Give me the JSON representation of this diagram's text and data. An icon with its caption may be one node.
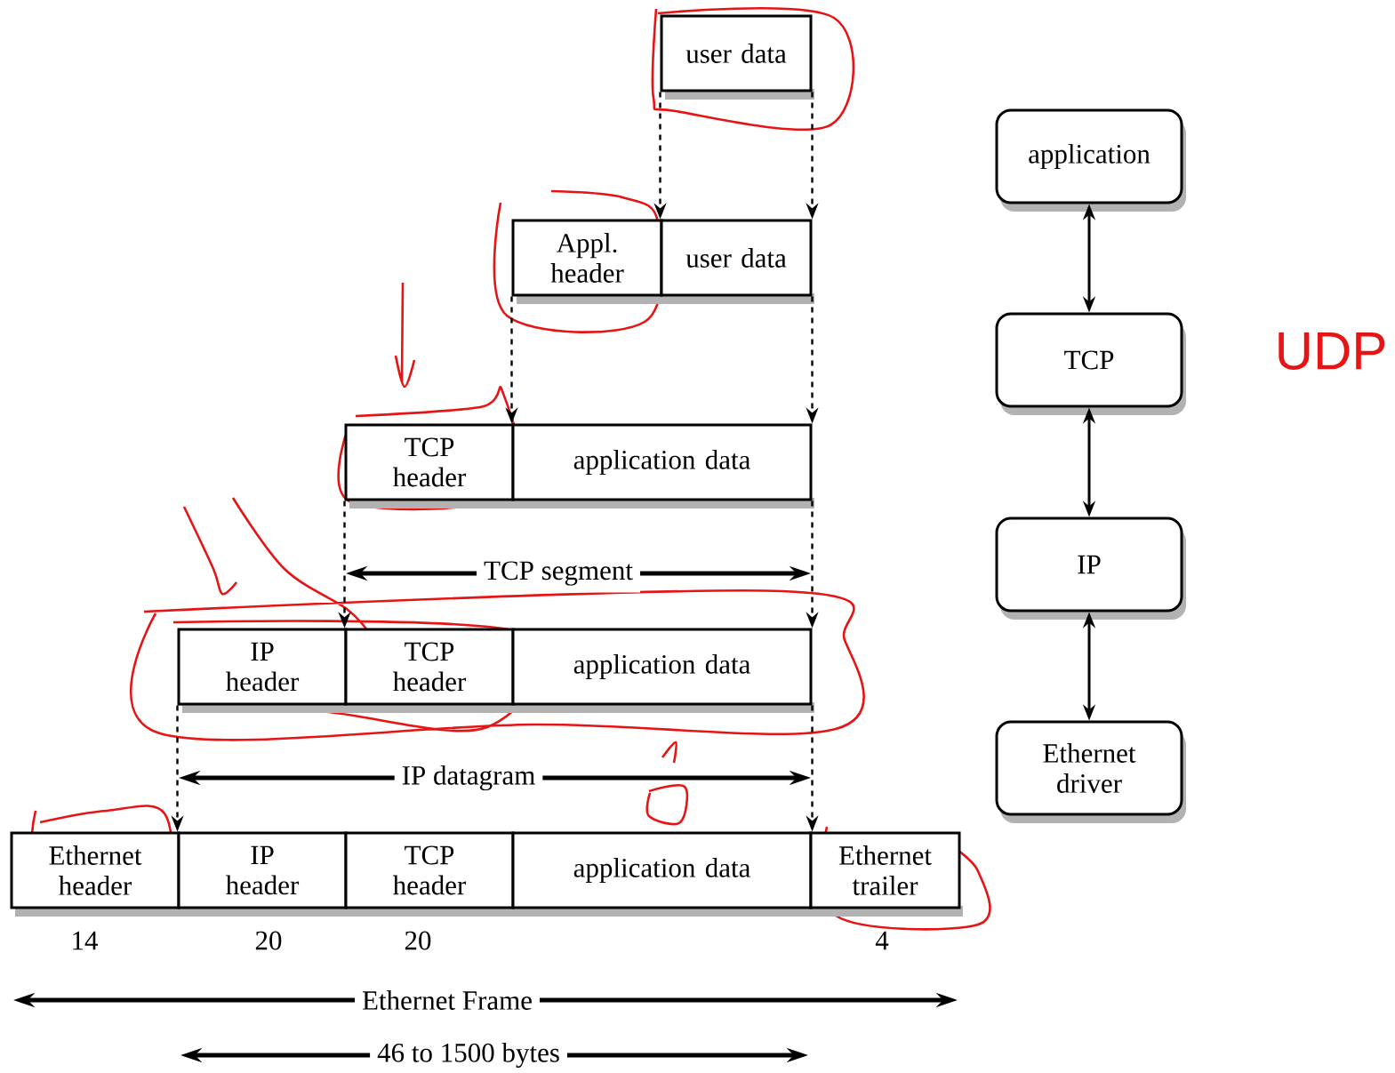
{
  "diagram": {
    "nodes": [
      {
        "text": [
          "user data"
        ]
      },
      {
        "text": [
          "Appl. header"
        ]
      },
      {
        "text": [
          "user data"
        ]
      },
      {
        "text": [
          "TCP header"
        ]
      },
      {
        "text": [
          "application data"
        ]
      },
      {
        "text": [
          "IP header"
        ]
      },
      {
        "text": [
          "TCP header"
        ]
      },
      {
        "text": [
          "application data"
        ]
      },
      {
        "text": [
          "Ethernet header"
        ]
      },
      {
        "text": [
          "IP header"
        ]
      },
      {
        "text": [
          "TCP header"
        ]
      },
      {
        "text": [
          "application data"
        ]
      },
      {
        "text": [
          "Ethernet trailer"
        ]
      },
      {
        "text": [
          "application"
        ]
      },
      {
        "text": [
          "TCP"
        ]
      },
      {
        "text": [
          "IP"
        ]
      },
      {
        "text": [
          "Ethernet driver"
        ]
      }
    ],
    "edges": [
      {
        "from": 0,
        "to": 2,
        "arrow": "to",
        "style": "dashed"
      },
      {
        "from": 0,
        "to": 2,
        "arrow": "to",
        "style": "dashed"
      },
      {
        "from": 1,
        "to": 4,
        "arrow": "to",
        "style": "dashed"
      },
      {
        "from": 2,
        "to": 4,
        "arrow": "to",
        "style": "dashed"
      },
      {
        "from": 3,
        "to": 6,
        "arrow": "to",
        "style": "dashed"
      },
      {
        "from": 4,
        "to": 7,
        "arrow": "to",
        "style": "dashed"
      },
      {
        "from": 5,
        "to": 9,
        "arrow": "to",
        "style": "dashed"
      },
      {
        "from": 7,
        "to": 11,
        "arrow": "to",
        "style": "dashed"
      },
      {
        "from": 13,
        "to": 14,
        "arrow": "both"
      },
      {
        "from": 14,
        "to": 15,
        "arrow": "both"
      },
      {
        "from": 15,
        "to": 16,
        "arrow": "both"
      }
    ],
    "labels": [
      "UDP",
      "TCP segment",
      "IP datagram",
      "14",
      "20",
      "20",
      "4",
      "Ethernet Frame",
      "46 to 1500 bytes"
    ]
  }
}
